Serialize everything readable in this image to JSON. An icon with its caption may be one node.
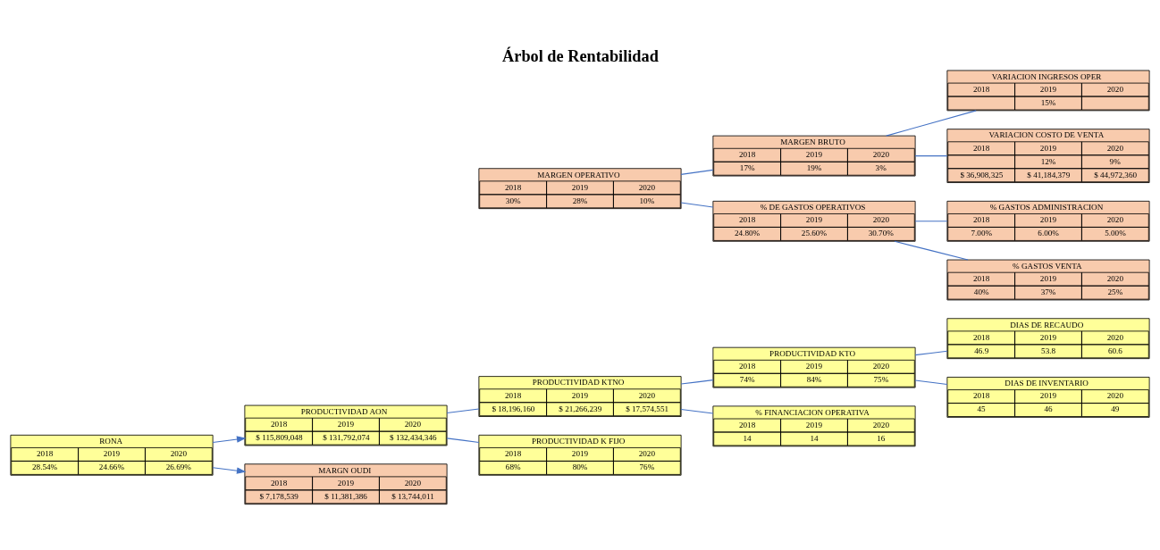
{
  "diagram": {
    "title": "Árbol de Rentabilidad",
    "nodes": [
      {
        "text": [
          "RONA",
          "2018",
          "2019",
          "2020",
          "28.54%",
          "24.66%",
          "26.69%"
        ]
      },
      {
        "text": [
          "PRODUCTIVIDAD AON",
          "2018",
          "2019",
          "2020",
          "$ 115,809,048",
          "$ 131,792,074",
          "$ 132,434,346"
        ]
      },
      {
        "text": [
          "MARGN OUDI",
          "2018",
          "2019",
          "2020",
          "$ 7,178,539",
          "$ 11,381,386",
          "$ 13,744,011"
        ]
      },
      {
        "text": [
          "PRODUCTIVIDAD KTNO",
          "2018",
          "2019",
          "2020",
          "$ 18,196,160",
          "$ 21,266,239",
          "$ 17,574,551"
        ]
      },
      {
        "text": [
          "PRODUCTIVIDAD K FIJO",
          "2018",
          "2019",
          "2020",
          "68%",
          "80%",
          "76%"
        ]
      },
      {
        "text": [
          "MARGEN OPERATIVO",
          "2018",
          "2019",
          "2020",
          "30%",
          "28%",
          "10%"
        ]
      },
      {
        "text": [
          "PRODUCTIVIDAD KTO",
          "2018",
          "2019",
          "2020",
          "74%",
          "84%",
          "75%"
        ]
      },
      {
        "text": [
          "% FINANCIACION OPERATIVA",
          "2018",
          "2019",
          "2020",
          "14",
          "14",
          "16"
        ]
      },
      {
        "text": [
          "MARGEN BRUTO",
          "2018",
          "2019",
          "2020",
          "17%",
          "19%",
          "3%"
        ]
      },
      {
        "text": [
          "% DE GASTOS OPERATIVOS",
          "2018",
          "2019",
          "2020",
          "24.80%",
          "25.60%",
          "30.70%"
        ]
      },
      {
        "text": [
          "DIAS DE RECAUDO",
          "2018",
          "2019",
          "2020",
          "46.9",
          "53.8",
          "60.6"
        ]
      },
      {
        "text": [
          "DIAS DE INVENTARIO",
          "2018",
          "2019",
          "2020",
          "45",
          "46",
          "49"
        ]
      },
      {
        "text": [
          "VARIACION INGRESOS OPER",
          "2018",
          "2019",
          "2020",
          "15%"
        ]
      },
      {
        "text": [
          "VARIACION COSTO DE VENTA",
          "2018",
          "2019",
          "2020",
          "12%",
          "9%",
          "$ 36,908,325",
          "$ 41,184,379",
          "$ 44,972,360"
        ]
      },
      {
        "text": [
          "% GASTOS ADMINISTRACION",
          "2018",
          "2019",
          "2020",
          "7.00%",
          "6.00%",
          "5.00%"
        ]
      },
      {
        "text": [
          "% GASTOS VENTA",
          "2018",
          "2019",
          "2020",
          "40%",
          "37%",
          "25%"
        ]
      }
    ],
    "edges": [
      {
        "from": 0,
        "to": 1,
        "arrow": "to"
      },
      {
        "from": 0,
        "to": 2,
        "arrow": "to"
      },
      {
        "from": 1,
        "to": 3,
        "arrow": "none"
      },
      {
        "from": 1,
        "to": 4,
        "arrow": "none"
      },
      {
        "from": 3,
        "to": 6,
        "arrow": "none"
      },
      {
        "from": 3,
        "to": 7,
        "arrow": "none"
      },
      {
        "from": 6,
        "to": 10,
        "arrow": "none"
      },
      {
        "from": 6,
        "to": 11,
        "arrow": "none"
      },
      {
        "from": 5,
        "to": 8,
        "arrow": "none"
      },
      {
        "from": 5,
        "to": 9,
        "arrow": "none"
      },
      {
        "from": 8,
        "to": 12,
        "arrow": "none"
      },
      {
        "from": 8,
        "to": 13,
        "arrow": "none"
      },
      {
        "from": 9,
        "to": 14,
        "arrow": "none"
      },
      {
        "from": 9,
        "to": 15,
        "arrow": "none"
      }
    ]
  }
}
